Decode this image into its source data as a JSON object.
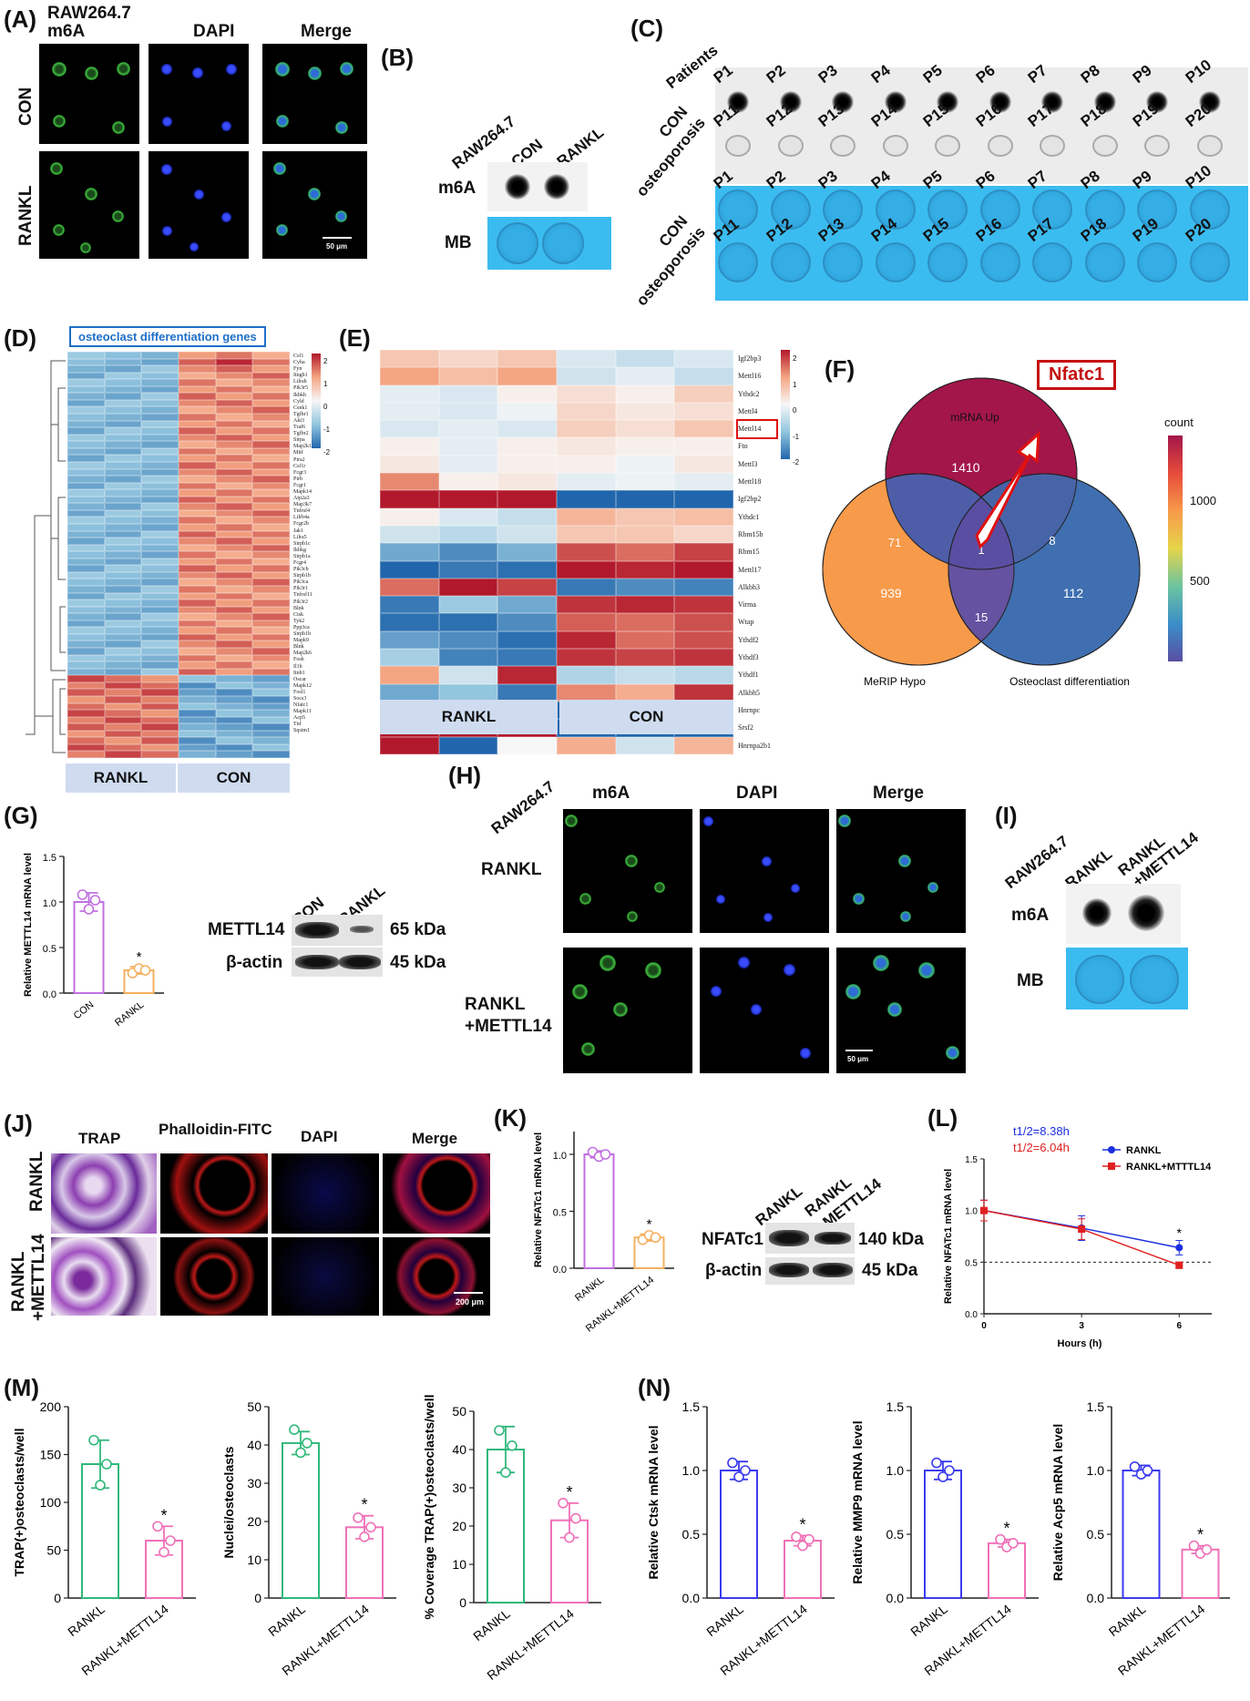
{
  "panels": {
    "A": {
      "label": "(A)",
      "cell_line": "RAW264.7",
      "col_headers": [
        "m6A",
        "DAPI",
        "Merge"
      ],
      "row_labels": [
        "CON",
        "RANKL"
      ],
      "scale": "50 μm"
    },
    "B": {
      "label": "(B)",
      "cell_line": "RAW264.7",
      "col_headers": [
        "CON",
        "RANKL"
      ],
      "row_labels": [
        "m6A",
        "MB"
      ]
    },
    "C": {
      "label": "(C)",
      "patients_label": "Patients",
      "row_labels_top": [
        "CON",
        "osteoporosis"
      ],
      "row_labels_bottom": [
        "CON",
        "osteoporosis"
      ],
      "row1": [
        "P1",
        "P2",
        "P3",
        "P4",
        "P5",
        "P6",
        "P7",
        "P8",
        "P9",
        "P10"
      ],
      "row2": [
        "P11",
        "P12",
        "P13",
        "P14",
        "P15",
        "P16",
        "P17",
        "P18",
        "P19",
        "P20"
      ]
    },
    "D": {
      "label": "(D)",
      "title": "osteoclast differentiation genes",
      "groups": [
        "RANKL",
        "CON"
      ],
      "colorbar_ticks": [
        "2",
        "1",
        "0",
        "-1",
        "-2"
      ],
      "genes": [
        "Csf1",
        "Cybа",
        "Fyn",
        "Itngb1",
        "Lilrab",
        "Pik3r5",
        "Ikbkb",
        "Cyld",
        "Csnk1",
        "Tgfbr1",
        "Akt3",
        "Traf6",
        "Tgfbr2",
        "Sirpa",
        "Map2k1",
        "Mitf",
        "Pira2",
        "Csf1r",
        "Fcgr3",
        "Pirb",
        "Fcgr1",
        "Mapk14",
        "Atp2a3",
        "Map3k7",
        "Tnfrsf4",
        "Lilrb4a",
        "Fcgr2b",
        "Jak1",
        "Lilra5",
        "Sirpb1c",
        "Ikbkg",
        "Sirpb1a",
        "Fcgr4",
        "Pik3cb",
        "Sirpb1b",
        "Pik3ca",
        "Pik3r1",
        "Tnfrsf11",
        "Pik3r2",
        "Blnk",
        "Ctsk",
        "Tyk2",
        "Ppp3ca",
        "Sirpb1b",
        "Mapk9",
        "Blnk",
        "Map2k6",
        "Fosb",
        "Il1b",
        "Itnb1",
        "Oscar",
        "Mapk12",
        "Fosl1",
        "Socs3",
        "Nfatc1",
        "Mapk11",
        "Acp5",
        "Tnf",
        "Sqstm1"
      ]
    },
    "E": {
      "label": "(E)",
      "groups": [
        "RANKL",
        "CON"
      ],
      "colorbar_ticks": [
        "2",
        "1",
        "0",
        "-1",
        "-2"
      ],
      "genes": [
        "Igf2bp3",
        "Mettl16",
        "Ythdc2",
        "Mettl4",
        "Mettl14",
        "Fto",
        "Mettl3",
        "Mettl18",
        "Igf2bp2",
        "Ythdc1",
        "Rbm15b",
        "Rbm15",
        "Mettl17",
        "Alkbh3",
        "Virma",
        "Wtap",
        "Ythdf2",
        "Ythdf3",
        "Ythdf1",
        "Alkbh5",
        "Hnrnpc",
        "Srsf2",
        "Hnrnpa2b1"
      ],
      "highlight": "Mettl14"
    },
    "F": {
      "label": "(F)",
      "callout": "Nfatc1",
      "sets": [
        "mRNA Up",
        "MeRIP Hypo",
        "Osteoclast differentiation"
      ],
      "counts": {
        "mrna_only": "1410",
        "merip_only": "939",
        "osteo_only": "112",
        "mrna_merip": "71",
        "mrna_osteo": "8",
        "merip_osteo": "15",
        "all": "1"
      },
      "colorbar_title": "count",
      "colorbar_ticks": [
        "1000",
        "500"
      ]
    },
    "G": {
      "label": "(G)",
      "ylabel": "Relative METTL14 mRNA level",
      "yticks": [
        "0.0",
        "0.5",
        "1.0",
        "1.5"
      ],
      "categories": [
        "CON",
        "RANKL"
      ],
      "star": "*",
      "blot_cols": [
        "CON",
        "RANKL"
      ],
      "blot_rows": [
        "METTL14",
        "β-actin"
      ],
      "blot_kda": [
        "65 kDa",
        "45 kDa"
      ]
    },
    "H": {
      "label": "(H)",
      "cell_line": "RAW264.7",
      "col_headers": [
        "m6A",
        "DAPI",
        "Merge"
      ],
      "row_labels": [
        "RANKL",
        "RANKL",
        "+METTL14"
      ],
      "scale": "50 μm"
    },
    "I": {
      "label": "(I)",
      "cell_line": "RAW264.7",
      "col_headers": [
        "RANKL",
        "RANKL",
        "+METTL14"
      ],
      "row_labels": [
        "m6A",
        "MB"
      ]
    },
    "J": {
      "label": "(J)",
      "col_headers": [
        "TRAP",
        "Phalloidin-FITC",
        "DAPI",
        "Merge"
      ],
      "row_labels": [
        "RANKL",
        "RANKL",
        "+METTL14"
      ],
      "scale": "200 μm"
    },
    "K": {
      "label": "(K)",
      "ylabel": "Relative NFATc1 mRNA level",
      "yticks": [
        "0.0",
        "0.5",
        "1.0"
      ],
      "categories": [
        "RANKL",
        "RANKL+METTL14"
      ],
      "star": "*",
      "blot_cols": [
        "RANKL",
        "RANKL",
        "+METTL14"
      ],
      "blot_rows": [
        "NFATc1",
        "β-actin"
      ],
      "blot_kda": [
        "140 kDa",
        "45 kDa"
      ]
    },
    "L": {
      "label": "(L)",
      "ylabel": "Relative NFATc1 mRNA level",
      "xlabel": "Hours (h)",
      "yticks": [
        "0.0",
        "0.5",
        "1.0",
        "1.5"
      ],
      "xticks": [
        "0",
        "3",
        "6"
      ],
      "half_life_1": "t1/2=8.38h",
      "half_life_2": "t1/2=6.04h",
      "legend": [
        "RANKL",
        "RANKL+MTTTL14"
      ],
      "star": "*"
    },
    "M": {
      "label": "(M)"
    },
    "N": {
      "label": "(N)"
    }
  },
  "chart_data": [
    {
      "id": "G",
      "type": "bar",
      "categories": [
        "CON",
        "RANKL"
      ],
      "values": [
        1.0,
        0.25
      ],
      "errors": [
        0.1,
        0.04
      ],
      "ylim": [
        0,
        1.5
      ],
      "points": [
        [
          1.08,
          0.92,
          1.02
        ],
        [
          0.22,
          0.27,
          0.25
        ]
      ],
      "colors": [
        "#c070e0",
        "#f5b060"
      ],
      "ylabel": "Relative METTL14 mRNA level"
    },
    {
      "id": "K",
      "type": "bar",
      "categories": [
        "RANKL",
        "RANKL+METTL14"
      ],
      "values": [
        1.0,
        0.27
      ],
      "errors": [
        0.03,
        0.03
      ],
      "ylim": [
        0,
        1.2
      ],
      "points": [
        [
          1.02,
          0.98,
          1.0
        ],
        [
          0.25,
          0.29,
          0.27
        ]
      ],
      "colors": [
        "#c070e0",
        "#f5b060"
      ],
      "ylabel": "Relative NFATc1 mRNA level"
    },
    {
      "id": "L",
      "type": "line",
      "x": [
        0,
        3,
        6
      ],
      "series": [
        {
          "name": "RANKL",
          "values": [
            1.0,
            0.83,
            0.64
          ],
          "errors": [
            0.1,
            0.12,
            0.07
          ],
          "color": "#1a2ee0"
        },
        {
          "name": "RANKL+MTTTL14",
          "values": [
            1.0,
            0.82,
            0.47
          ],
          "errors": [
            0.1,
            0.1,
            0.03
          ],
          "color": "#e02020"
        }
      ],
      "ylim": [
        0,
        1.5
      ],
      "xlim": [
        0,
        7
      ],
      "reference_y": 0.5,
      "xlabel": "Hours (h)",
      "ylabel": "Relative NFATc1 mRNA level"
    },
    {
      "id": "M1",
      "type": "bar",
      "categories": [
        "RANKL",
        "RANKL+METTL14"
      ],
      "values": [
        140,
        60
      ],
      "errors": [
        25,
        15
      ],
      "ylim": [
        0,
        200
      ],
      "yticks": [
        0,
        50,
        100,
        150,
        200
      ],
      "points": [
        [
          165,
          118,
          140
        ],
        [
          75,
          48,
          60
        ]
      ],
      "colors": [
        "#2fb87a",
        "#f070b8"
      ],
      "ylabel": "TRAP(+)osteoclasts/well"
    },
    {
      "id": "M2",
      "type": "bar",
      "categories": [
        "RANKL",
        "RANKL+METTL14"
      ],
      "values": [
        40.5,
        18.5
      ],
      "errors": [
        3,
        3
      ],
      "ylim": [
        0,
        50
      ],
      "yticks": [
        0,
        10,
        20,
        30,
        40,
        50
      ],
      "points": [
        [
          44,
          38,
          40.5
        ],
        [
          21,
          16,
          18.5
        ]
      ],
      "colors": [
        "#2fb87a",
        "#f070b8"
      ],
      "ylabel": "Nuclei/osteoclasts"
    },
    {
      "id": "M3",
      "type": "bar",
      "categories": [
        "RANKL",
        "RANKL+METTL14"
      ],
      "values": [
        40,
        21.5
      ],
      "errors": [
        6,
        4.5
      ],
      "ylim": [
        0,
        50
      ],
      "yticks": [
        0,
        10,
        20,
        30,
        40,
        50
      ],
      "points": [
        [
          45,
          34,
          41
        ],
        [
          26,
          17,
          22
        ]
      ],
      "colors": [
        "#2fb87a",
        "#f070b8"
      ],
      "ylabel": "% Coverage TRAP(+)osteoclasts/well"
    },
    {
      "id": "N1",
      "type": "bar",
      "categories": [
        "RANKL",
        "RANKL+METTL14"
      ],
      "values": [
        1.0,
        0.45
      ],
      "errors": [
        0.07,
        0.04
      ],
      "ylim": [
        0,
        1.5
      ],
      "yticks": [
        0,
        0.5,
        1.0,
        1.5
      ],
      "points": [
        [
          1.06,
          0.95,
          1.0
        ],
        [
          0.48,
          0.41,
          0.46
        ]
      ],
      "colors": [
        "#3b3bf0",
        "#f070b8"
      ],
      "ylabel": "Relative Ctsk mRNA level"
    },
    {
      "id": "N2",
      "type": "bar",
      "categories": [
        "RANKL",
        "RANKL+METTL14"
      ],
      "values": [
        1.0,
        0.43
      ],
      "errors": [
        0.07,
        0.03
      ],
      "ylim": [
        0,
        1.5
      ],
      "yticks": [
        0,
        0.5,
        1.0,
        1.5
      ],
      "points": [
        [
          1.06,
          0.95,
          1.0
        ],
        [
          0.46,
          0.4,
          0.43
        ]
      ],
      "colors": [
        "#3b3bf0",
        "#f070b8"
      ],
      "ylabel": "Relative MMP9 mRNA level"
    },
    {
      "id": "N3",
      "type": "bar",
      "categories": [
        "RANKL",
        "RANKL+METTL14"
      ],
      "values": [
        1.0,
        0.38
      ],
      "errors": [
        0.04,
        0.03
      ],
      "ylim": [
        0,
        1.5
      ],
      "yticks": [
        0,
        0.5,
        1.0,
        1.5
      ],
      "points": [
        [
          1.03,
          0.97,
          1.0
        ],
        [
          0.41,
          0.35,
          0.38
        ]
      ],
      "colors": [
        "#3b3bf0",
        "#f070b8"
      ],
      "ylabel": "Relative Acp5 mRNA level"
    }
  ]
}
